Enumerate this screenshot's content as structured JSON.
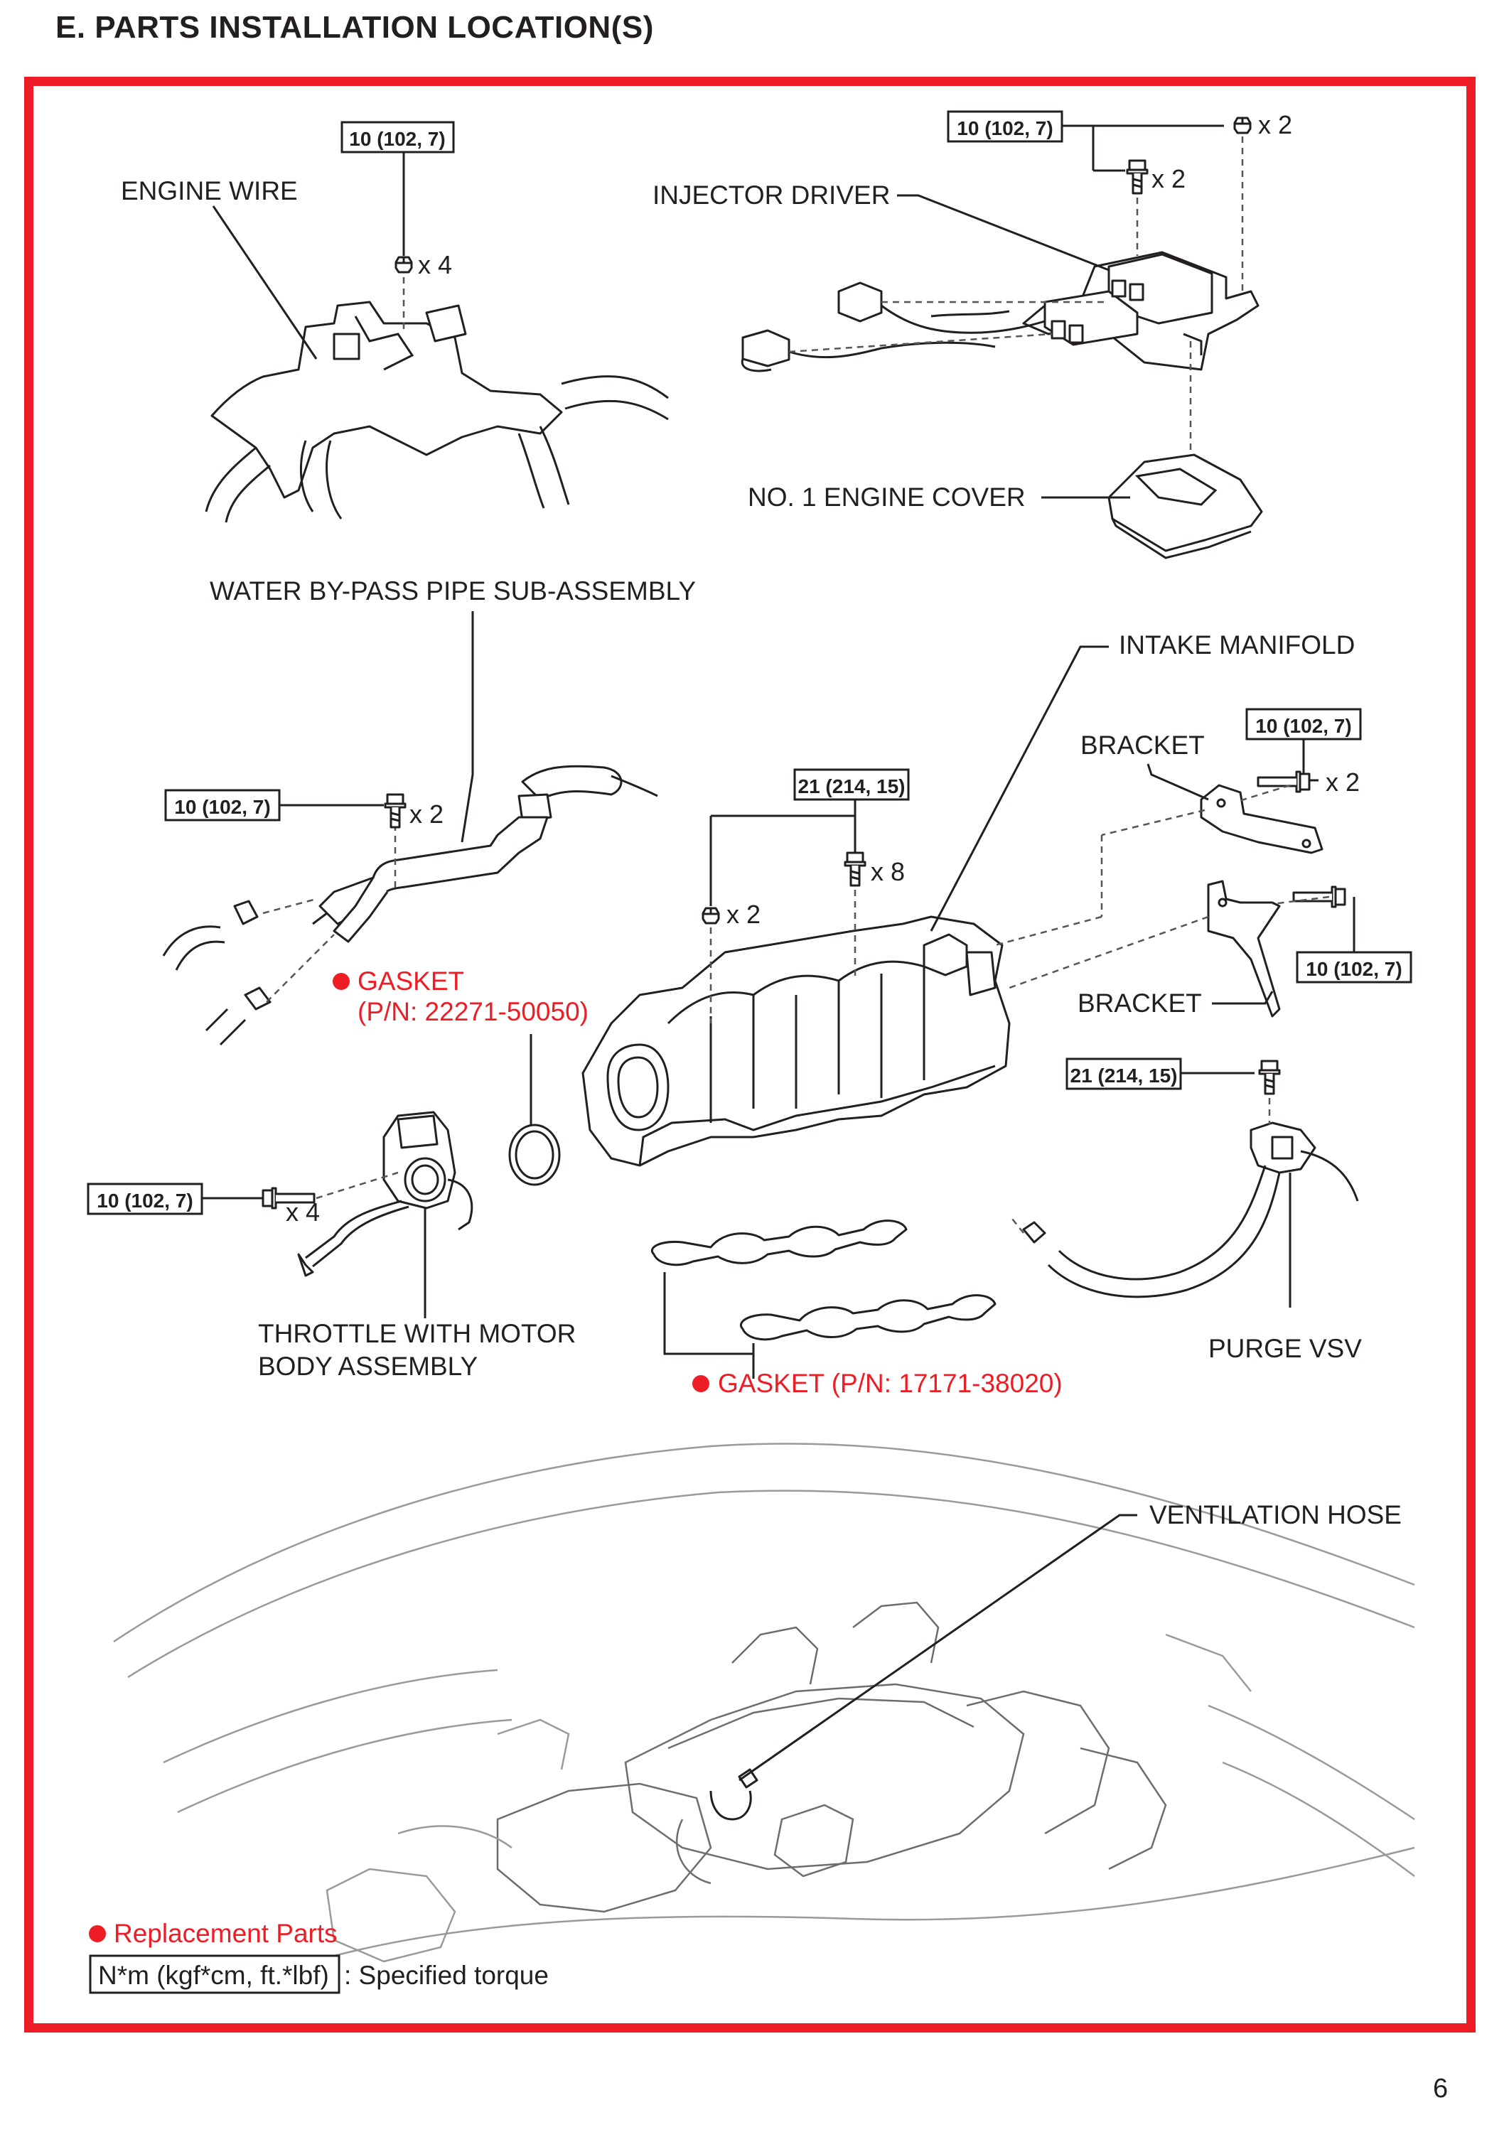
{
  "page": {
    "title": "E.  PARTS INSTALLATION LOCATION(S)",
    "number": "6",
    "accent_color": "#ee1c25"
  },
  "callouts": {
    "engine_wire": "ENGINE WIRE",
    "injector_driver": "INJECTOR DRIVER",
    "no1_engine_cover": "NO. 1 ENGINE COVER",
    "water_bypass": "WATER BY-PASS PIPE SUB-ASSEMBLY",
    "intake_manifold": "INTAKE MANIFOLD",
    "bracket_upper": "BRACKET",
    "bracket_lower": "BRACKET",
    "gasket_tb_line1": "GASKET",
    "gasket_tb_line2": "(P/N: 22271-50050)",
    "gasket_im": "GASKET (P/N: 17171-38020)",
    "throttle_line1": "THROTTLE WITH MOTOR",
    "throttle_line2": "BODY ASSEMBLY",
    "purge_vsv": "PURGE VSV",
    "ventilation_hose": "VENTILATION HOSE"
  },
  "torques": {
    "engine_wire_nut": "10 (102, 7)",
    "injector_driver_fastener": "10 (102, 7)",
    "water_bypass_bolt": "10 (102, 7)",
    "intake_manifold": "21 (214, 15)",
    "bracket_upper": "10 (102, 7)",
    "bracket_lower": "10 (102, 7)",
    "throttle_body": "10 (102, 7)",
    "purge_vsv": "21 (214, 15)"
  },
  "quantities": {
    "engine_wire_nut": "x 4",
    "injector_nut": "x 2",
    "injector_bolt": "x 2",
    "water_bypass_bolt": "x 2",
    "intake_bolt": "x 8",
    "intake_nut": "x 2",
    "bracket_upper_bolt": "x 2",
    "throttle_bolt": "x 4"
  },
  "legend": {
    "replacement_parts": "Replacement Parts",
    "torque_unit": "N*m (kgf*cm, ft.*lbf)",
    "torque_desc": ": Specified torque"
  },
  "icons": {
    "replacement_marker": "red-dot-icon",
    "nut": "nut-icon",
    "bolt": "bolt-icon"
  }
}
